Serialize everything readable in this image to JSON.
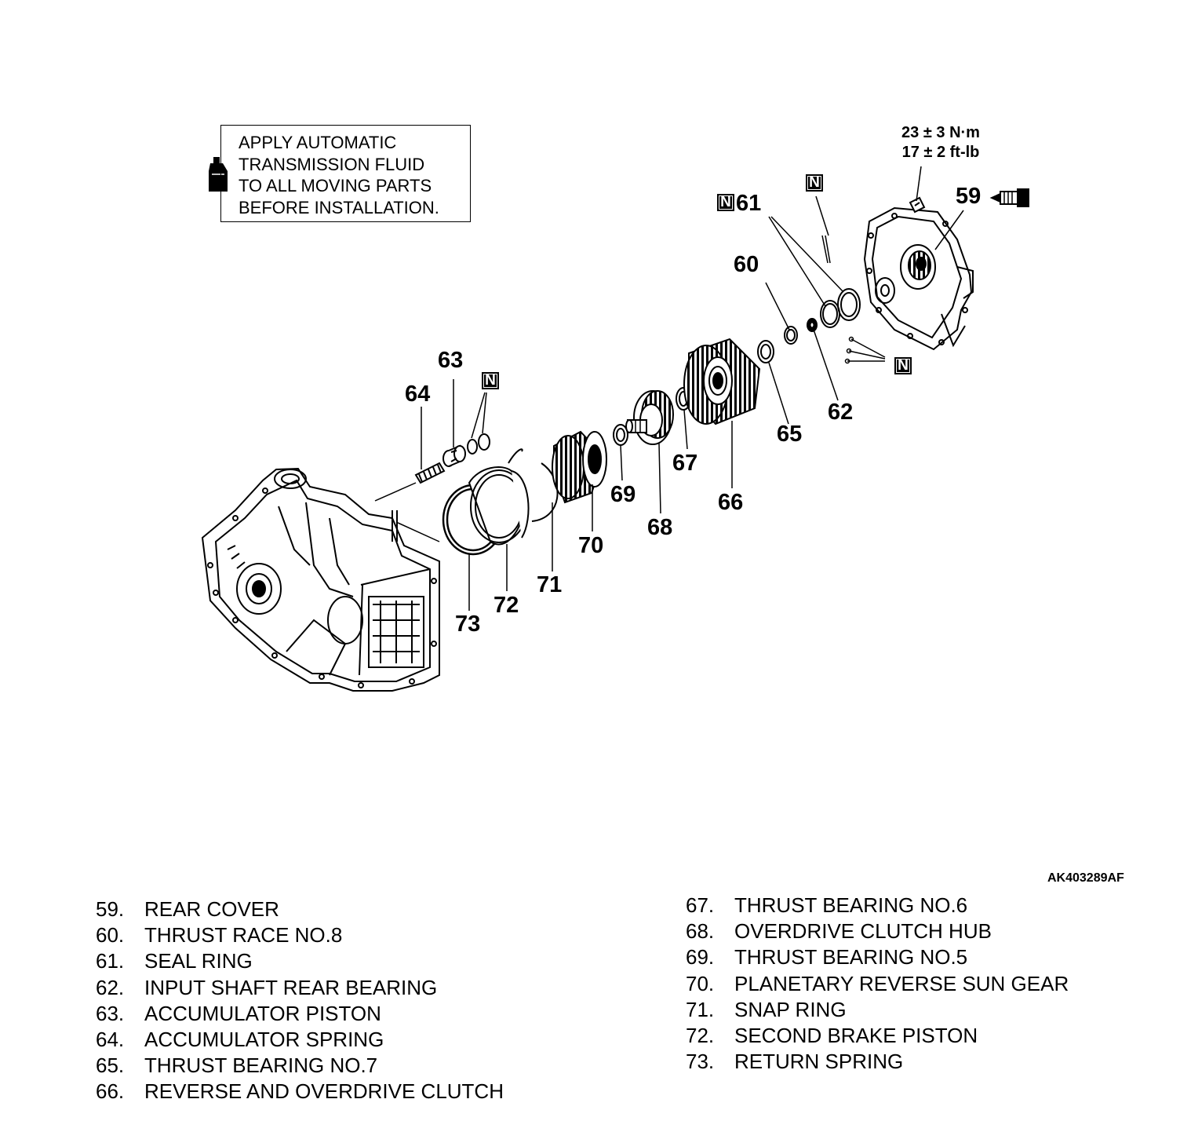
{
  "note": {
    "lines": [
      "APPLY AUTOMATIC",
      "TRANSMISSION FLUID",
      "TO ALL MOVING PARTS",
      "BEFORE INSTALLATION."
    ],
    "icon": "oil-bottle-icon"
  },
  "torque": {
    "metric": "23 ± 3 N·m",
    "imperial": "17 ± 2 ft-lb"
  },
  "callouts": {
    "c59": "59",
    "c60": "60",
    "c61": "61",
    "c62": "62",
    "c63": "63",
    "c64": "64",
    "c65": "65",
    "c66": "66",
    "c67": "67",
    "c68": "68",
    "c69": "69",
    "c70": "70",
    "c71": "71",
    "c72": "72",
    "c73": "73"
  },
  "new_part_mark": "N",
  "figure_id": "AK403289AF",
  "legend_left": [
    {
      "num": "59.",
      "name": "REAR COVER"
    },
    {
      "num": "60.",
      "name": "THRUST RACE NO.8"
    },
    {
      "num": "61.",
      "name": "SEAL RING"
    },
    {
      "num": "62.",
      "name": "INPUT SHAFT REAR BEARING"
    },
    {
      "num": "63.",
      "name": "ACCUMULATOR PISTON"
    },
    {
      "num": "64.",
      "name": "ACCUMULATOR SPRING"
    },
    {
      "num": "65.",
      "name": "THRUST BEARING NO.7"
    },
    {
      "num": "66.",
      "name": "REVERSE AND OVERDRIVE CLUTCH"
    }
  ],
  "legend_right": [
    {
      "num": "67.",
      "name": "THRUST BEARING NO.6"
    },
    {
      "num": "68.",
      "name": "OVERDRIVE CLUTCH HUB"
    },
    {
      "num": "69.",
      "name": "THRUST BEARING NO.5"
    },
    {
      "num": "70.",
      "name": "PLANETARY REVERSE SUN GEAR"
    },
    {
      "num": "71.",
      "name": "SNAP RING"
    },
    {
      "num": "72.",
      "name": "SECOND BRAKE PISTON"
    },
    {
      "num": "73.",
      "name": "RETURN SPRING"
    }
  ]
}
